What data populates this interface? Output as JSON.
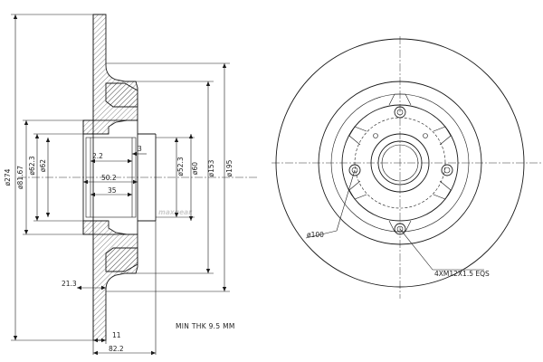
{
  "watermark": {
    "text": "maxgear",
    "color": "#c9201f",
    "opacity": 0.22
  },
  "section_view": {
    "dims": {
      "outer_diameter": "ø274",
      "hub_diameter": "ø81.67",
      "bore_a": "ø62.3",
      "bore_b": "ø62",
      "bearing_a": "ø52.3",
      "bearing_b": "ø60",
      "pcd_inner": "ø153",
      "pcd_outer": "ø195",
      "step_a": "2.2",
      "step_b": "3",
      "depth_a": "50.2",
      "depth_b": "35",
      "offset": "21.3",
      "thickness": "11",
      "overall_height": "82.2"
    },
    "note": "MIN THK 9.5 MM"
  },
  "front_view": {
    "pcd_label": "ø100",
    "thread_label": "4XM12X1.5 EQS"
  }
}
